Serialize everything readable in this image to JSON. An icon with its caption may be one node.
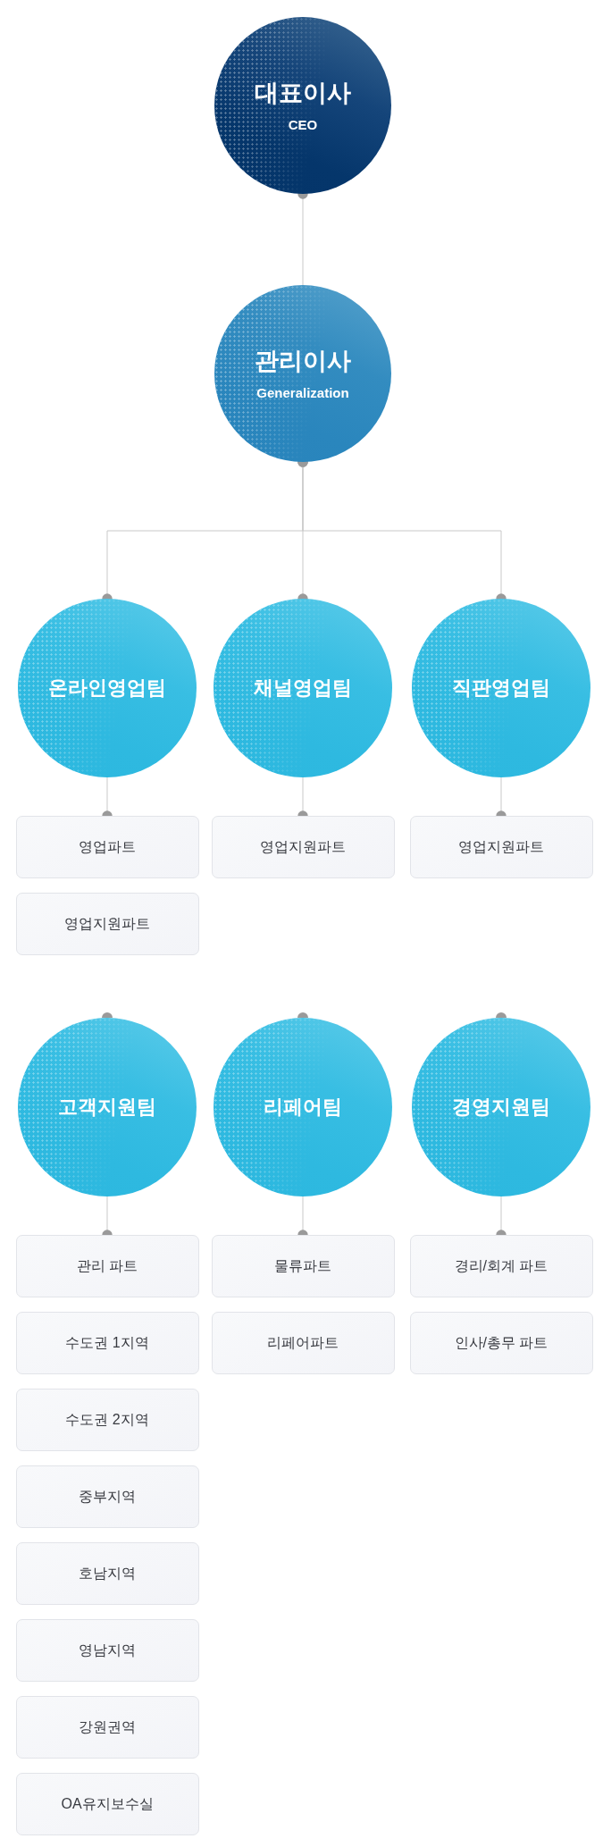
{
  "diagram": {
    "nodes": [
      {
        "text": [
          "대표이사",
          "CEO"
        ]
      },
      {
        "text": [
          "관리이사",
          "Generalization"
        ]
      },
      {
        "text": [
          "온라인영업팀"
        ]
      },
      {
        "text": [
          "채널영업팀"
        ]
      },
      {
        "text": [
          "직판영업팀"
        ]
      },
      {
        "text": [
          "영업파트"
        ]
      },
      {
        "text": [
          "영업지원파트"
        ]
      },
      {
        "text": [
          "영업지원파트"
        ]
      },
      {
        "text": [
          "영업지원파트"
        ]
      },
      {
        "text": [
          "고객지원팀"
        ]
      },
      {
        "text": [
          "리페어팀"
        ]
      },
      {
        "text": [
          "경영지원팀"
        ]
      },
      {
        "text": [
          "관리 파트"
        ]
      },
      {
        "text": [
          "물류파트"
        ]
      },
      {
        "text": [
          "경리/회계 파트"
        ]
      },
      {
        "text": [
          "수도권 1지역"
        ]
      },
      {
        "text": [
          "리페어파트"
        ]
      },
      {
        "text": [
          "인사/총무 파트"
        ]
      },
      {
        "text": [
          "수도권 2지역"
        ]
      },
      {
        "text": [
          "중부지역"
        ]
      },
      {
        "text": [
          "호남지역"
        ]
      },
      {
        "text": [
          "영남지역"
        ]
      },
      {
        "text": [
          "강원권역"
        ]
      },
      {
        "text": [
          "OA유지보수실"
        ]
      }
    ],
    "edges": [
      {
        "from": 0,
        "to": 1,
        "arrow": "other"
      },
      {
        "from": 1,
        "to": 2,
        "arrow": "other"
      },
      {
        "from": 1,
        "to": 3,
        "arrow": "other"
      },
      {
        "from": 1,
        "to": 4,
        "arrow": "other"
      },
      {
        "from": 2,
        "to": 5,
        "arrow": "other"
      },
      {
        "from": 3,
        "to": 6,
        "arrow": "other"
      },
      {
        "from": 4,
        "to": 7,
        "arrow": "other"
      },
      {
        "from": 9,
        "to": 12,
        "arrow": "other"
      },
      {
        "from": 10,
        "to": 13,
        "arrow": "other"
      },
      {
        "from": 11,
        "to": 14,
        "arrow": "other"
      }
    ]
  }
}
